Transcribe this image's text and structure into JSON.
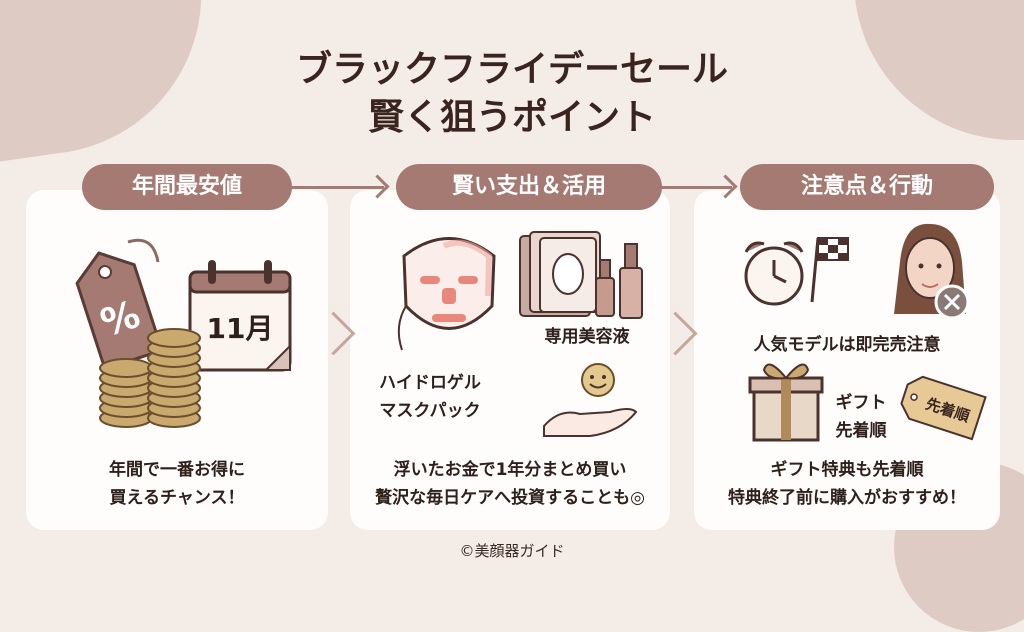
{
  "title": {
    "line1": "ブラックフライデーセール",
    "line2": "賢く狙うポイント"
  },
  "colors": {
    "accent": "#a47a72",
    "background": "#f4ece7",
    "card": "#fffdfb"
  },
  "panels": [
    {
      "heading": "年間最安値",
      "tag_symbol": "%",
      "calendar_label": "11月",
      "caption_line1": "年間で一番お得に",
      "caption_line2": "買えるチャンス！"
    },
    {
      "heading": "賢い支出＆活用",
      "product1_line1": "ハイドロゲル",
      "product1_line2": "マスクパック",
      "product2": "専用美容液",
      "caption_line1": "浮いたお金で1年分まとめ買い",
      "caption_line2": "贅沢な毎日ケアへ投資することも◎"
    },
    {
      "heading": "注意点＆行動",
      "model_label": "人気モデルは即完売注意",
      "gift_line1": "ギフト",
      "gift_line2": "先着順",
      "gift_tag": "先着順",
      "caption_line1": "ギフト特典も先着順",
      "caption_line2": "特典終了前に購入がおすすめ！"
    }
  ],
  "credit": "©美顔器ガイド"
}
